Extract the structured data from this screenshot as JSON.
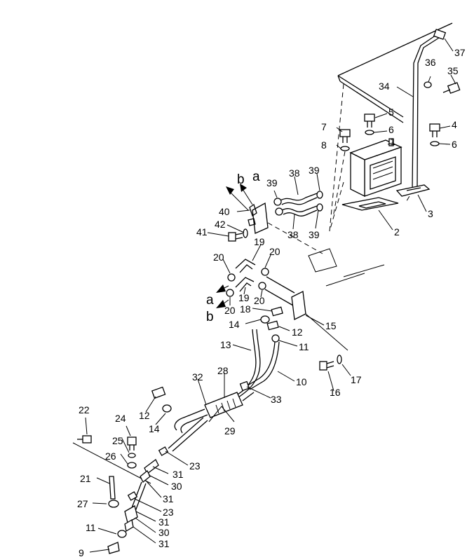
{
  "callouts": [
    {
      "id": "c37",
      "label": "37"
    },
    {
      "id": "c36",
      "label": "36"
    },
    {
      "id": "c35",
      "label": "35"
    },
    {
      "id": "c34",
      "label": "34"
    },
    {
      "id": "c5",
      "label": "5"
    },
    {
      "id": "c7",
      "label": "7"
    },
    {
      "id": "c6a",
      "label": "6"
    },
    {
      "id": "c1",
      "label": "1"
    },
    {
      "id": "c4",
      "label": "4"
    },
    {
      "id": "c6b",
      "label": "6"
    },
    {
      "id": "c8",
      "label": "8"
    },
    {
      "id": "c39a",
      "label": "39"
    },
    {
      "id": "c38a",
      "label": "38"
    },
    {
      "id": "c39b",
      "label": "39"
    },
    {
      "id": "c40",
      "label": "40"
    },
    {
      "id": "c42",
      "label": "42"
    },
    {
      "id": "c41",
      "label": "41"
    },
    {
      "id": "c38b",
      "label": "38"
    },
    {
      "id": "c39c",
      "label": "39"
    },
    {
      "id": "c2",
      "label": "2"
    },
    {
      "id": "c3",
      "label": "3"
    },
    {
      "id": "c19a",
      "label": "19"
    },
    {
      "id": "c20a",
      "label": "20"
    },
    {
      "id": "c20b",
      "label": "20"
    },
    {
      "id": "c19b",
      "label": "19"
    },
    {
      "id": "c20c",
      "label": "20"
    },
    {
      "id": "c20d",
      "label": "20"
    },
    {
      "id": "c18",
      "label": "18"
    },
    {
      "id": "c14a",
      "label": "14"
    },
    {
      "id": "c15",
      "label": "15"
    },
    {
      "id": "c12a",
      "label": "12"
    },
    {
      "id": "c11a",
      "label": "11"
    },
    {
      "id": "c13",
      "label": "13"
    },
    {
      "id": "c10",
      "label": "10"
    },
    {
      "id": "c17",
      "label": "17"
    },
    {
      "id": "c16",
      "label": "16"
    },
    {
      "id": "c32",
      "label": "32"
    },
    {
      "id": "c28",
      "label": "28"
    },
    {
      "id": "c33",
      "label": "33"
    },
    {
      "id": "c29",
      "label": "29"
    },
    {
      "id": "c12b",
      "label": "12"
    },
    {
      "id": "c14b",
      "label": "14"
    },
    {
      "id": "c22",
      "label": "22"
    },
    {
      "id": "c24",
      "label": "24"
    },
    {
      "id": "c25",
      "label": "25"
    },
    {
      "id": "c26",
      "label": "26"
    },
    {
      "id": "c23a",
      "label": "23"
    },
    {
      "id": "c31a",
      "label": "31"
    },
    {
      "id": "c30a",
      "label": "30"
    },
    {
      "id": "c21",
      "label": "21"
    },
    {
      "id": "c31b",
      "label": "31"
    },
    {
      "id": "c27",
      "label": "27"
    },
    {
      "id": "c23b",
      "label": "23"
    },
    {
      "id": "c31c",
      "label": "31"
    },
    {
      "id": "c11b",
      "label": "11"
    },
    {
      "id": "c30b",
      "label": "30"
    },
    {
      "id": "c31d",
      "label": "31"
    },
    {
      "id": "c9",
      "label": "9"
    }
  ],
  "connection_marks": [
    {
      "id": "ba-top",
      "label": "b"
    },
    {
      "id": "aa-top",
      "label": "a"
    },
    {
      "id": "aa-mid",
      "label": "a"
    },
    {
      "id": "ba-mid",
      "label": "b"
    }
  ]
}
